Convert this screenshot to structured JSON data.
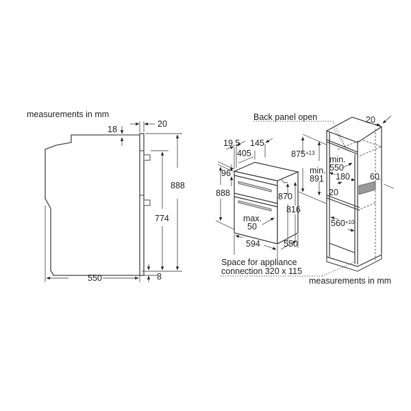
{
  "left_diagram": {
    "caption": "measurements in mm",
    "dims": {
      "top_gap": "18",
      "front_thickness": "20",
      "overall_height": "888",
      "handle_height": "774",
      "bottom_gap": "8",
      "depth": "550"
    }
  },
  "right_diagram": {
    "back_panel_label": "Back panel open",
    "appliance_dims": {
      "front_offset": "19.5",
      "top_depth": "405",
      "top_rear": "145",
      "top_gap": "96",
      "height": "888",
      "inner_height": "870",
      "rear_height": "816",
      "width": "594",
      "depth": "550",
      "max_gap_label": "max.",
      "max_gap_value": "50"
    },
    "cabinet_dims": {
      "niche_height": "875",
      "niche_height_tol": "+13",
      "min_height_label": "min.",
      "min_height_value": "891",
      "min_depth_label": "min.",
      "min_depth_value": "550",
      "vent_depth": "180",
      "side_thickness": "20",
      "vent_height": "60",
      "front_thickness": "20",
      "niche_width": "560",
      "niche_width_tol": "+10"
    },
    "connection_line1": "Space for appliance",
    "connection_line2": "connection 320 x 115",
    "caption": "measurements in mm"
  }
}
